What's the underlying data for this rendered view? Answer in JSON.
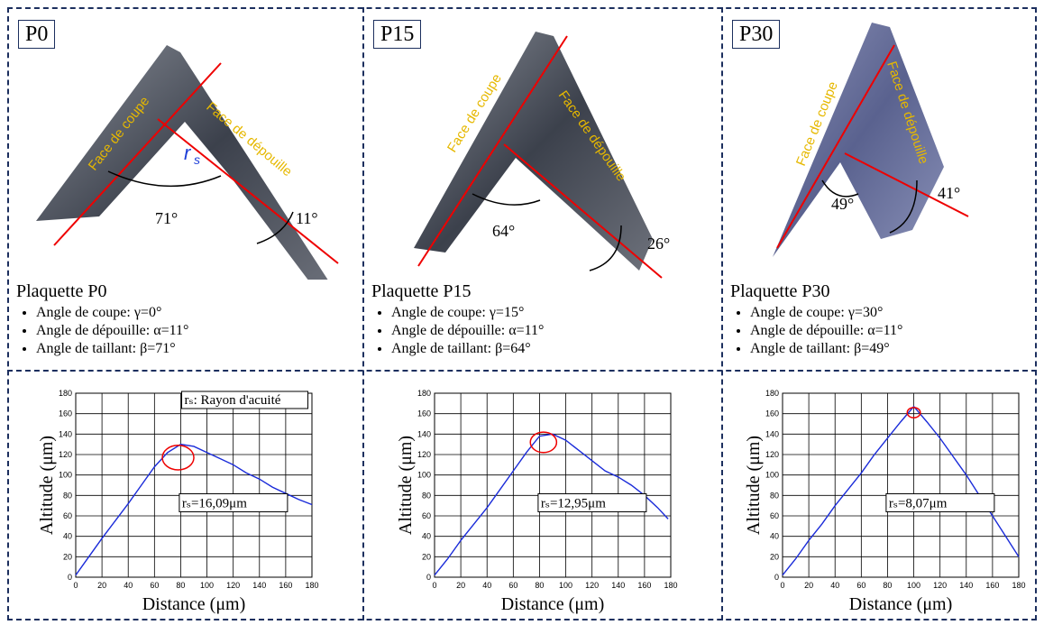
{
  "panels": [
    {
      "tag": "P0",
      "title": "Plaquette P0",
      "face_coupe": "Face de coupe",
      "face_depouille": "Face de dépouille",
      "rs_label": "r",
      "rs_sub": "s",
      "angle_big": "71°",
      "angle_small": "11°",
      "bullets": [
        "Angle de coupe: γ=0°",
        "Angle de dépouille: α=11°",
        "Angle de taillant: β=71°"
      ]
    },
    {
      "tag": "P15",
      "title": "Plaquette P15",
      "face_coupe": "Face de coupe",
      "face_depouille": "Face de dépouille",
      "angle_big": "64°",
      "angle_small": "26°",
      "bullets": [
        "Angle de coupe: γ=15°",
        "Angle de dépouille: α=11°",
        "Angle de taillant: β=64°"
      ]
    },
    {
      "tag": "P30",
      "title": "Plaquette P30",
      "face_coupe": "Face de coupe",
      "face_depouille": "Face de dépouille",
      "angle_big": "49°",
      "angle_small": "41°",
      "bullets": [
        "Angle de coupe: γ=30°",
        "Angle de dépouille: α=11°",
        "Angle de taillant: β=49°"
      ]
    }
  ],
  "chart_data": [
    {
      "type": "line",
      "xlabel": "Distance (μm)",
      "ylabel": "Altitude (μm)",
      "xlim": [
        0,
        180
      ],
      "ylim": [
        0,
        180
      ],
      "xticks": [
        0,
        20,
        40,
        60,
        80,
        100,
        120,
        140,
        160,
        180
      ],
      "yticks": [
        0,
        20,
        40,
        60,
        80,
        100,
        120,
        140,
        160,
        180
      ],
      "annotation": "r_s=16,09μm",
      "legend_note": "r_s: Rayon d'acuité",
      "grid": true,
      "series": [
        {
          "x": [
            0,
            10,
            20,
            30,
            40,
            50,
            60,
            70,
            80,
            90,
            100,
            110,
            120,
            130,
            140,
            150,
            160,
            170,
            180
          ],
          "y": [
            2,
            20,
            38,
            55,
            72,
            90,
            108,
            122,
            130,
            128,
            122,
            116,
            110,
            102,
            96,
            88,
            82,
            76,
            71
          ]
        }
      ],
      "circle": {
        "x": 78,
        "y": 117,
        "r": 12
      }
    },
    {
      "type": "line",
      "xlabel": "Distance (μm)",
      "ylabel": "Altitude (μm)",
      "xlim": [
        0,
        180
      ],
      "ylim": [
        0,
        180
      ],
      "xticks": [
        0,
        20,
        40,
        60,
        80,
        100,
        120,
        140,
        160,
        180
      ],
      "yticks": [
        0,
        20,
        40,
        60,
        80,
        100,
        120,
        140,
        160,
        180
      ],
      "annotation": "r_s=12,95μm",
      "grid": true,
      "series": [
        {
          "x": [
            0,
            10,
            20,
            30,
            40,
            50,
            60,
            70,
            80,
            90,
            100,
            110,
            120,
            130,
            140,
            150,
            160,
            170,
            178
          ],
          "y": [
            2,
            18,
            36,
            52,
            68,
            86,
            104,
            122,
            138,
            140,
            134,
            124,
            114,
            104,
            98,
            90,
            80,
            68,
            57
          ]
        }
      ],
      "circle": {
        "x": 83,
        "y": 132,
        "r": 10
      }
    },
    {
      "type": "line",
      "xlabel": "Distance (μm)",
      "ylabel": "Altitude (μm)",
      "xlim": [
        0,
        180
      ],
      "ylim": [
        0,
        180
      ],
      "xticks": [
        0,
        20,
        40,
        60,
        80,
        100,
        120,
        140,
        160,
        180
      ],
      "yticks": [
        0,
        20,
        40,
        60,
        80,
        100,
        120,
        140,
        160,
        180
      ],
      "annotation": "r_s=8,07μm",
      "grid": true,
      "series": [
        {
          "x": [
            0,
            10,
            20,
            30,
            40,
            50,
            60,
            70,
            80,
            90,
            100,
            110,
            120,
            130,
            140,
            150,
            160,
            170,
            180
          ],
          "y": [
            2,
            18,
            36,
            52,
            70,
            86,
            102,
            120,
            136,
            152,
            167,
            152,
            136,
            118,
            100,
            80,
            60,
            40,
            20
          ]
        }
      ],
      "circle": {
        "x": 100,
        "y": 161,
        "r": 5
      }
    }
  ]
}
